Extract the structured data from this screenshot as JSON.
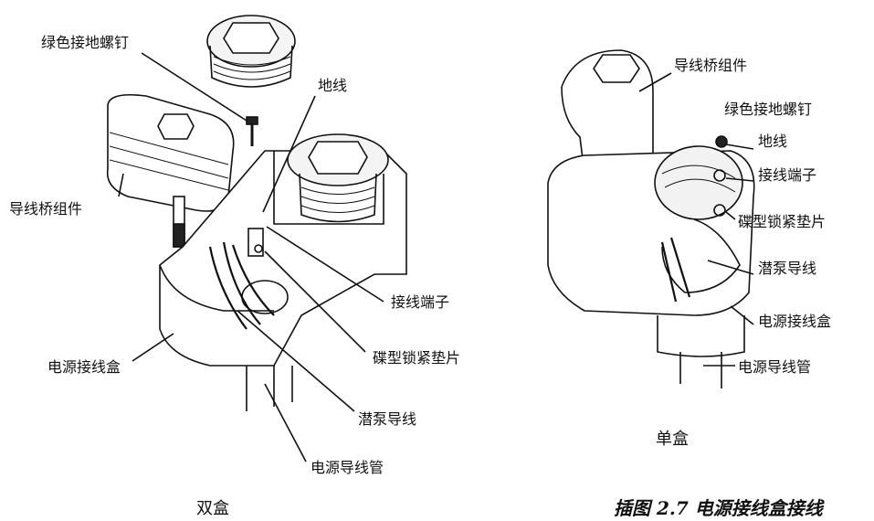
{
  "double_box": {
    "title": "双盒",
    "labels": {
      "ground_screw": "绿色接地螺钉",
      "ground_wire": "地线",
      "bridge_assembly": "导线桥组件",
      "terminal": "接线端子",
      "lock_washer": "碟型锁紧垫片",
      "junction_box": "电源接线盒",
      "pump_lead": "潜泵导线",
      "conduit": "电源导线管"
    }
  },
  "single_box": {
    "title": "单盒",
    "labels": {
      "bridge_assembly": "导线桥组件",
      "ground_screw": "绿色接地螺钉",
      "ground_wire": "地线",
      "terminal": "接线端子",
      "lock_washer": "碟型锁紧垫片",
      "pump_lead": "潜泵导线",
      "junction_box": "电源接线盒",
      "conduit": "电源导线管"
    }
  },
  "caption": "插图 2.7 电源接线盒接线"
}
